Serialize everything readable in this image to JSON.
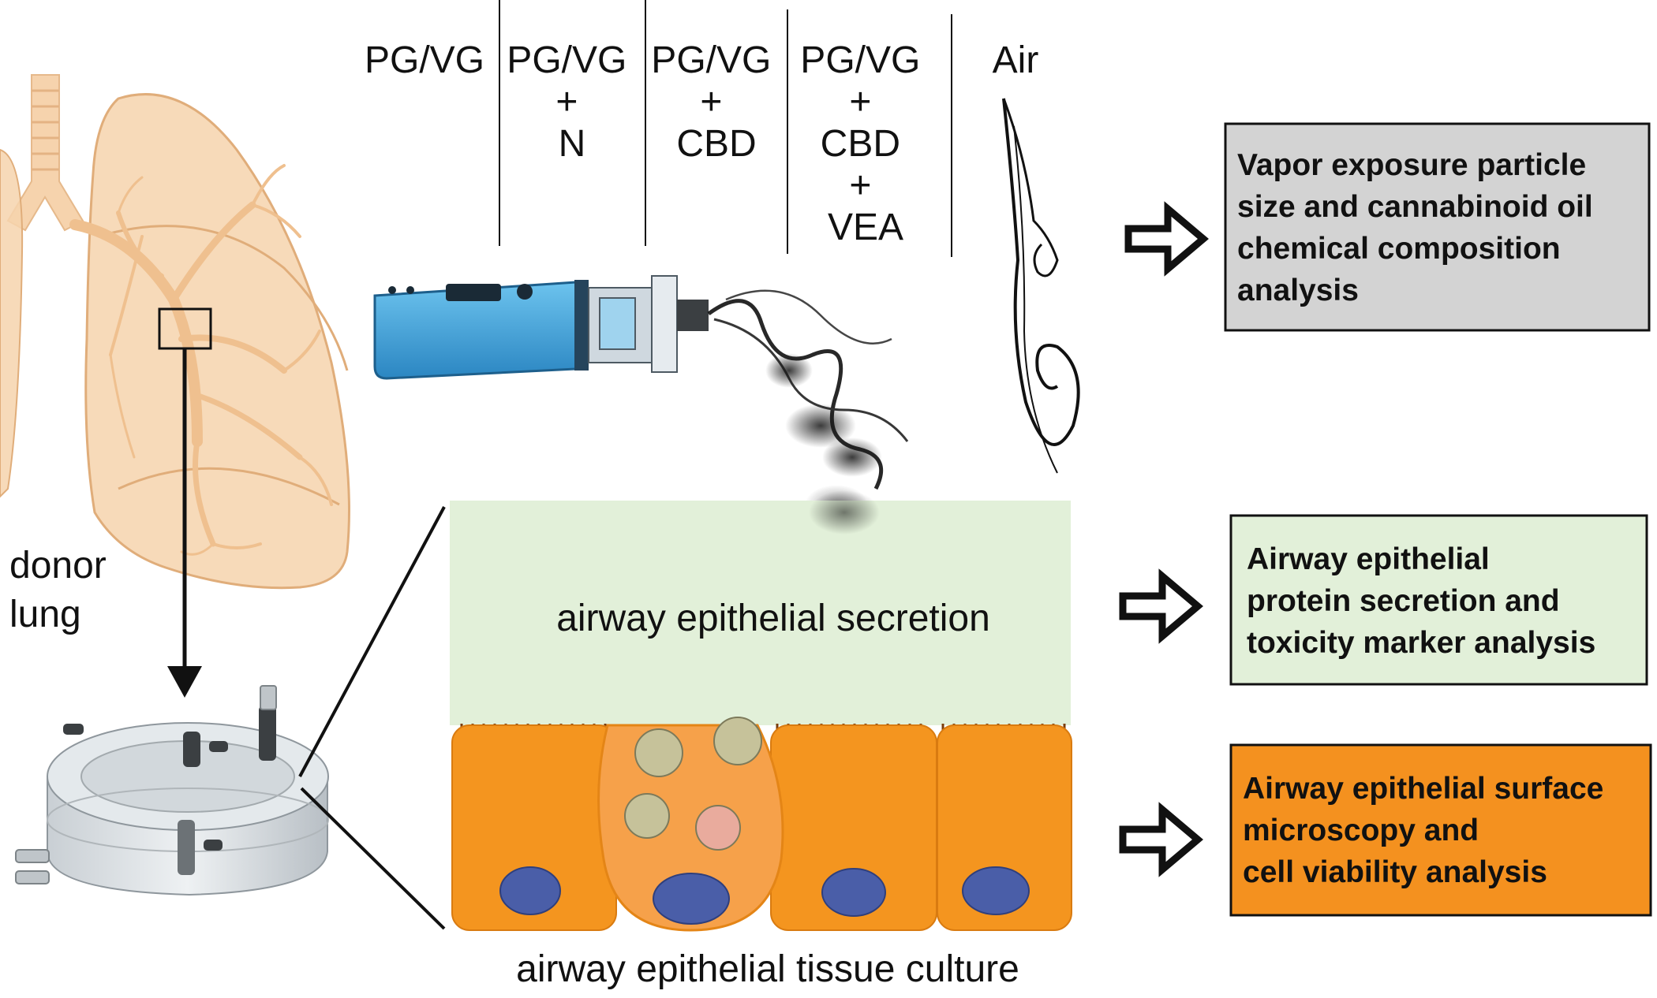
{
  "conditions": [
    {
      "lines": [
        "PG/VG"
      ]
    },
    {
      "lines": [
        "PG/VG",
        "+",
        "N"
      ]
    },
    {
      "lines": [
        "PG/VG",
        "+",
        "CBD"
      ]
    },
    {
      "lines": [
        "PG/VG",
        "+",
        "CBD",
        "+",
        "VEA"
      ]
    }
  ],
  "air_label": "Air",
  "donor_label": [
    "donor",
    "lung"
  ],
  "secretion_label": "airway epithelial secretion",
  "tissue_label": "airway epithelial tissue culture",
  "outcomes": [
    {
      "lines": [
        "Vapor exposure particle",
        "size and cannabinoid oil",
        "chemical composition",
        "analysis"
      ],
      "color": "#d3d3d3"
    },
    {
      "lines": [
        "Airway epithelial",
        "protein secretion and",
        "toxicity marker analysis"
      ],
      "color": "#e2f0d9"
    },
    {
      "lines": [
        "Airway epithelial surface",
        "microscopy and",
        "cell viability analysis"
      ],
      "color": "#f4911f"
    }
  ],
  "colors": {
    "lung": "#f6d3ad",
    "secretion": "#e2f0d9",
    "cell": "#f4951f",
    "nucleus": "#4a5ea8",
    "device": "#3ea3dc"
  }
}
